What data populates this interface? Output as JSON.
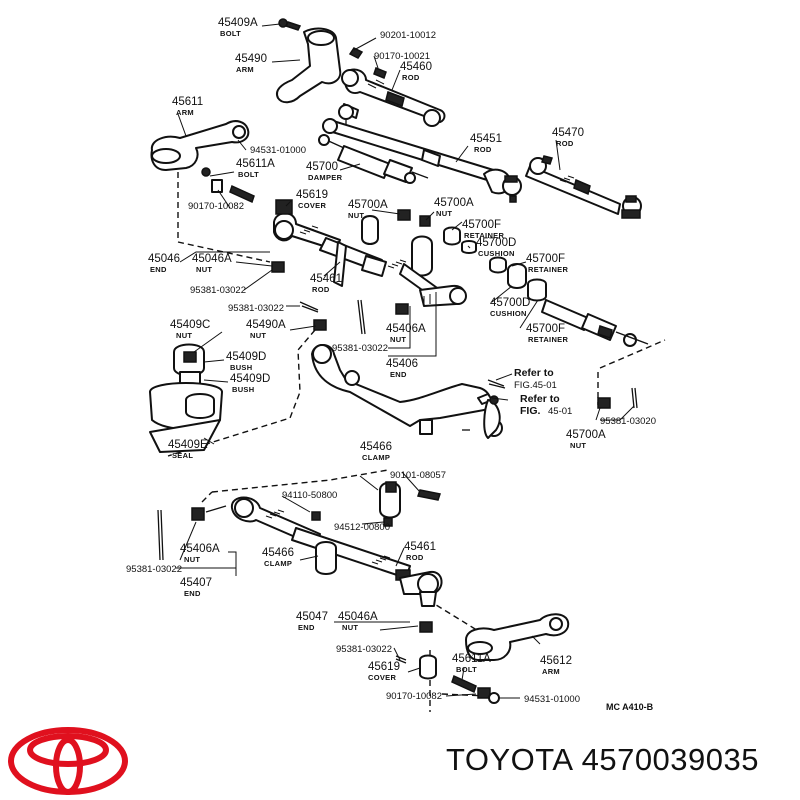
{
  "brand_color": "#e0101e",
  "footer": {
    "brand": "TOYOTA",
    "part_number": "4570039035"
  },
  "diagram": {
    "code": "MC  A410-B",
    "refer": [
      {
        "line1": "Refer to",
        "line2": "FIG.45-01"
      },
      {
        "line1": "Refer to",
        "line2": "FIG.",
        "line2b": "45-01"
      }
    ],
    "labels": [
      {
        "pn": "45409A",
        "name": "BOLT"
      },
      {
        "pn": "90201-10012",
        "name": ""
      },
      {
        "pn": "45490",
        "name": "ARM"
      },
      {
        "pn": "90170-10021",
        "name": ""
      },
      {
        "pn": "45460",
        "name": "ROD"
      },
      {
        "pn": "45611",
        "name": "ARM"
      },
      {
        "pn": "94531-01000",
        "name": ""
      },
      {
        "pn": "45611A",
        "name": "BOLT"
      },
      {
        "pn": "45451",
        "name": "ROD"
      },
      {
        "pn": "45470",
        "name": "ROD"
      },
      {
        "pn": "45700",
        "name": "DAMPER"
      },
      {
        "pn": "90170-10082",
        "name": ""
      },
      {
        "pn": "45619",
        "name": "COVER"
      },
      {
        "pn": "45700A",
        "name": "NUT"
      },
      {
        "pn": "45700A",
        "name": "NUT"
      },
      {
        "pn": "45700F",
        "name": "RETAINER"
      },
      {
        "pn": "45700D",
        "name": "CUSHION"
      },
      {
        "pn": "45046",
        "name": "END"
      },
      {
        "pn": "45046A",
        "name": "NUT"
      },
      {
        "pn": "45700F",
        "name": "RETAINER"
      },
      {
        "pn": "45461",
        "name": "ROD"
      },
      {
        "pn": "95381-03022",
        "name": ""
      },
      {
        "pn": "45700D",
        "name": "CUSHION"
      },
      {
        "pn": "95381-03022",
        "name": ""
      },
      {
        "pn": "45700F",
        "name": "RETAINER"
      },
      {
        "pn": "45409C",
        "name": "NUT"
      },
      {
        "pn": "45490A",
        "name": "NUT"
      },
      {
        "pn": "45406A",
        "name": "NUT"
      },
      {
        "pn": "95381-03022",
        "name": ""
      },
      {
        "pn": "45409D",
        "name": "BUSH"
      },
      {
        "pn": "45406",
        "name": "END"
      },
      {
        "pn": "45409D",
        "name": "BUSH"
      },
      {
        "pn": "95381-03020",
        "name": ""
      },
      {
        "pn": "45700A",
        "name": "NUT"
      },
      {
        "pn": "45409E",
        "name": "SEAL"
      },
      {
        "pn": "45466",
        "name": "CLAMP"
      },
      {
        "pn": "90101-08057",
        "name": ""
      },
      {
        "pn": "94110-50800",
        "name": ""
      },
      {
        "pn": "94512-00800",
        "name": ""
      },
      {
        "pn": "45406A",
        "name": "NUT"
      },
      {
        "pn": "45466",
        "name": "CLAMP"
      },
      {
        "pn": "45461",
        "name": "ROD"
      },
      {
        "pn": "95381-03022",
        "name": ""
      },
      {
        "pn": "45407",
        "name": "END"
      },
      {
        "pn": "45047",
        "name": "END"
      },
      {
        "pn": "45046A",
        "name": "NUT"
      },
      {
        "pn": "45612",
        "name": "ARM"
      },
      {
        "pn": "95381-03022",
        "name": ""
      },
      {
        "pn": "45619",
        "name": "COVER"
      },
      {
        "pn": "45611A",
        "name": "BOLT"
      },
      {
        "pn": "90170-10082",
        "name": ""
      },
      {
        "pn": "94531-01000",
        "name": ""
      }
    ]
  }
}
